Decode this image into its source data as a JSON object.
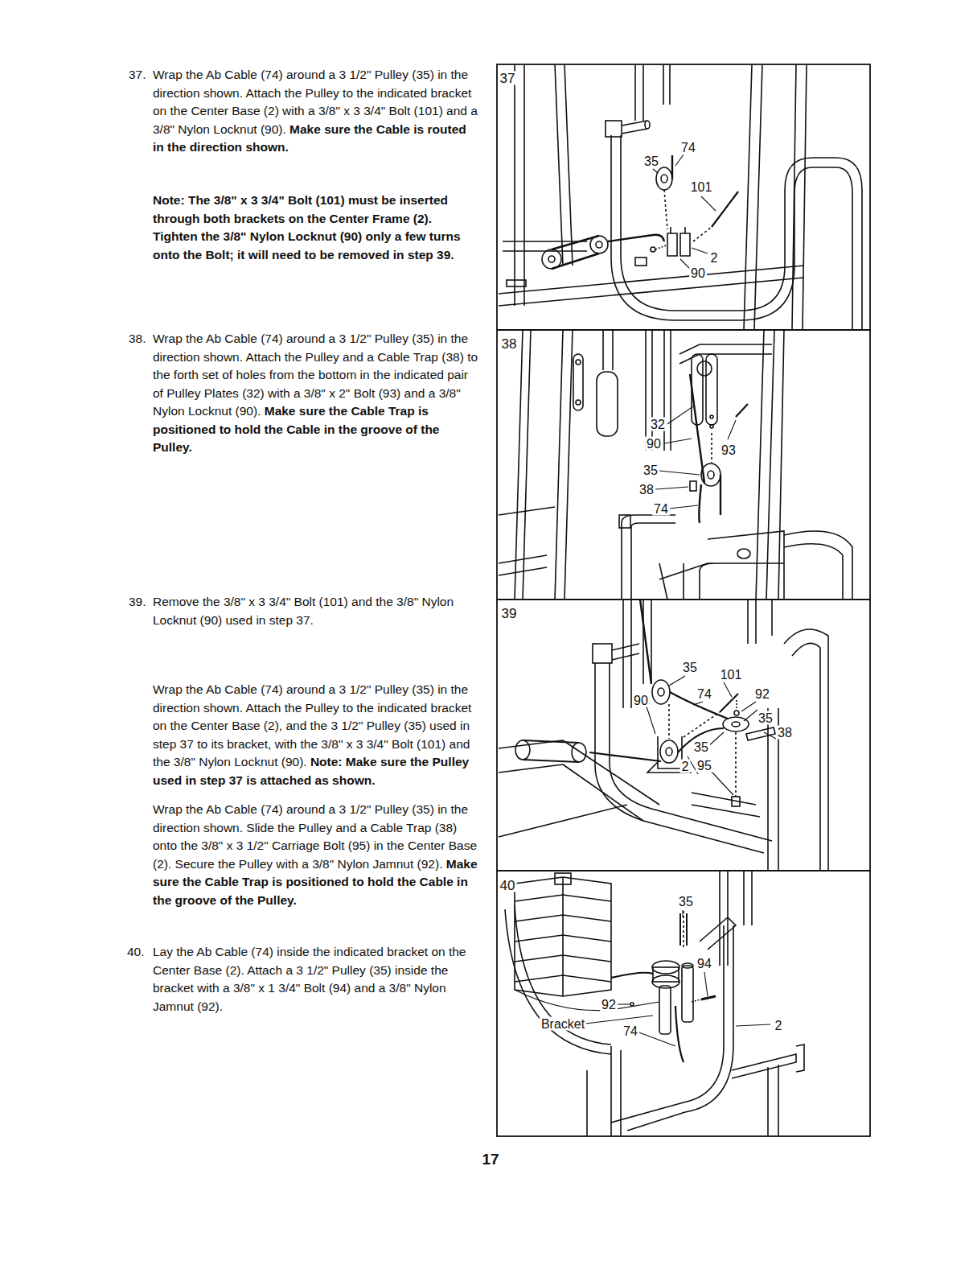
{
  "diagram": {
    "labels": [
      "37.",
      "Wrap the Ab Cable (74) around a 3 1/2\" Pulley (35) in the direction shown. Attach the Pulley to the indicated bracket on the Center Base (2) with a 3/8\" x 3 3/4\" Bolt (101) and a 3/8\" Nylon Locknut (90).",
      "Make sure the Cable is routed in the direction shown.",
      "Note: The 3/8\" x 3 3/4\" Bolt (101) must be inserted through both brackets on the Center Frame (2). Tighten the 3/8\" Nylon Locknut (90) only a few turns onto the Bolt; it will need to be removed in step 39.",
      "38.",
      "Wrap the Ab Cable (74) around a 3 1/2\" Pulley (35) in the direction shown. Attach the Pulley and a Cable Trap (38) to the forth set of holes from the bottom in the indicated pair of Pulley Plates (32) with a 3/8\" x 2\" Bolt (93) and a 3/8\" Nylon Locknut (90).",
      "Make sure the Cable Trap is positioned to hold the Cable in the groove of the Pulley.",
      "39.",
      "Remove the 3/8\" x 3 3/4\" Bolt (101) and the 3/8\" Nylon Locknut (90) used in step 37.",
      "Wrap the Ab Cable (74) around a 3 1/2\" Pulley (35) in the direction shown. Attach the Pulley to the indicated bracket on the Center Base (2), and the 3 1/2\" Pulley (35) used in step 37 to its bracket, with the 3/8\" x 3 3/4\" Bolt (101) and the 3/8\" Nylon Locknut (90).",
      "Note: Make sure the Pulley used in step 37 is attached as shown.",
      "Wrap the Ab Cable (74) around a 3 1/2\" Pulley (35) in the direction shown. Slide the Pulley and a Cable Trap (38) onto the 3/8\" x 3 1/2\" Carriage Bolt (95) in the Center Base (2). Secure the Pulley with a 3/8\" Nylon Jamnut (92).",
      "Make sure the Cable Trap is positioned to hold the Cable in the groove of the Pulley.",
      "40.",
      "Lay the Ab Cable (74) inside the indicated bracket on the Center Base (2). Attach a 3 1/2\" Pulley (35) inside the bracket with a 3/8\" x 1 3/4\" Bolt (94) and a 3/8\" Nylon Jamnut (92).",
      "37",
      "35",
      "74",
      "101",
      "2",
      "90",
      "38",
      "32",
      "90",
      "93",
      "35",
      "38",
      "74",
      "39",
      "35",
      "101",
      "74",
      "92",
      "90",
      "35",
      "38",
      "35",
      "2",
      "95",
      "40",
      "35",
      "94",
      "92",
      "Bracket",
      "74",
      "2",
      "17"
    ]
  }
}
